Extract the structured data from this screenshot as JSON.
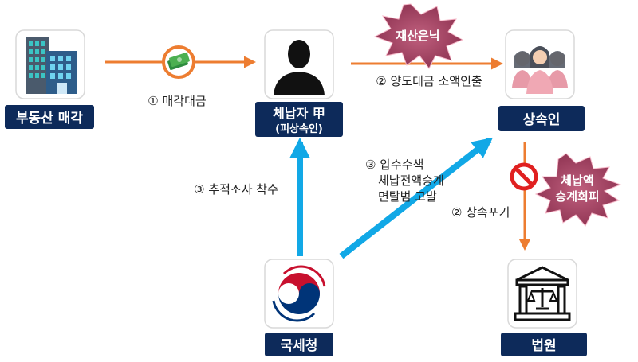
{
  "nodes": {
    "real_estate": {
      "label": "부동산 매각"
    },
    "delinquent": {
      "label_line1": "체납자 甲",
      "label_line2": "(피상속인)"
    },
    "heirs": {
      "label": "상속인"
    },
    "tax_office": {
      "label": "국세청"
    },
    "court": {
      "label": "법원"
    }
  },
  "edges": {
    "sale_payment": "① 매각대금",
    "withdraw_cash": "② 양도대금 소액인출",
    "tracking_start": "③ 추적조사 착수",
    "seizure_line1": "③ 압수수색",
    "seizure_line2": "체납전액승계",
    "seizure_line3": "면탈범 고발",
    "renounce_inheritance": "② 상속포기"
  },
  "callouts": {
    "asset_hiding": "재산은닉",
    "avoid_line1": "체납액",
    "avoid_line2": "승계회피"
  },
  "colors": {
    "orange_arrow": "#ed7d31",
    "blue_arrow": "#11a8e6",
    "label_navy": "#0d2a5a",
    "burst_fill": "#b04a6a"
  }
}
